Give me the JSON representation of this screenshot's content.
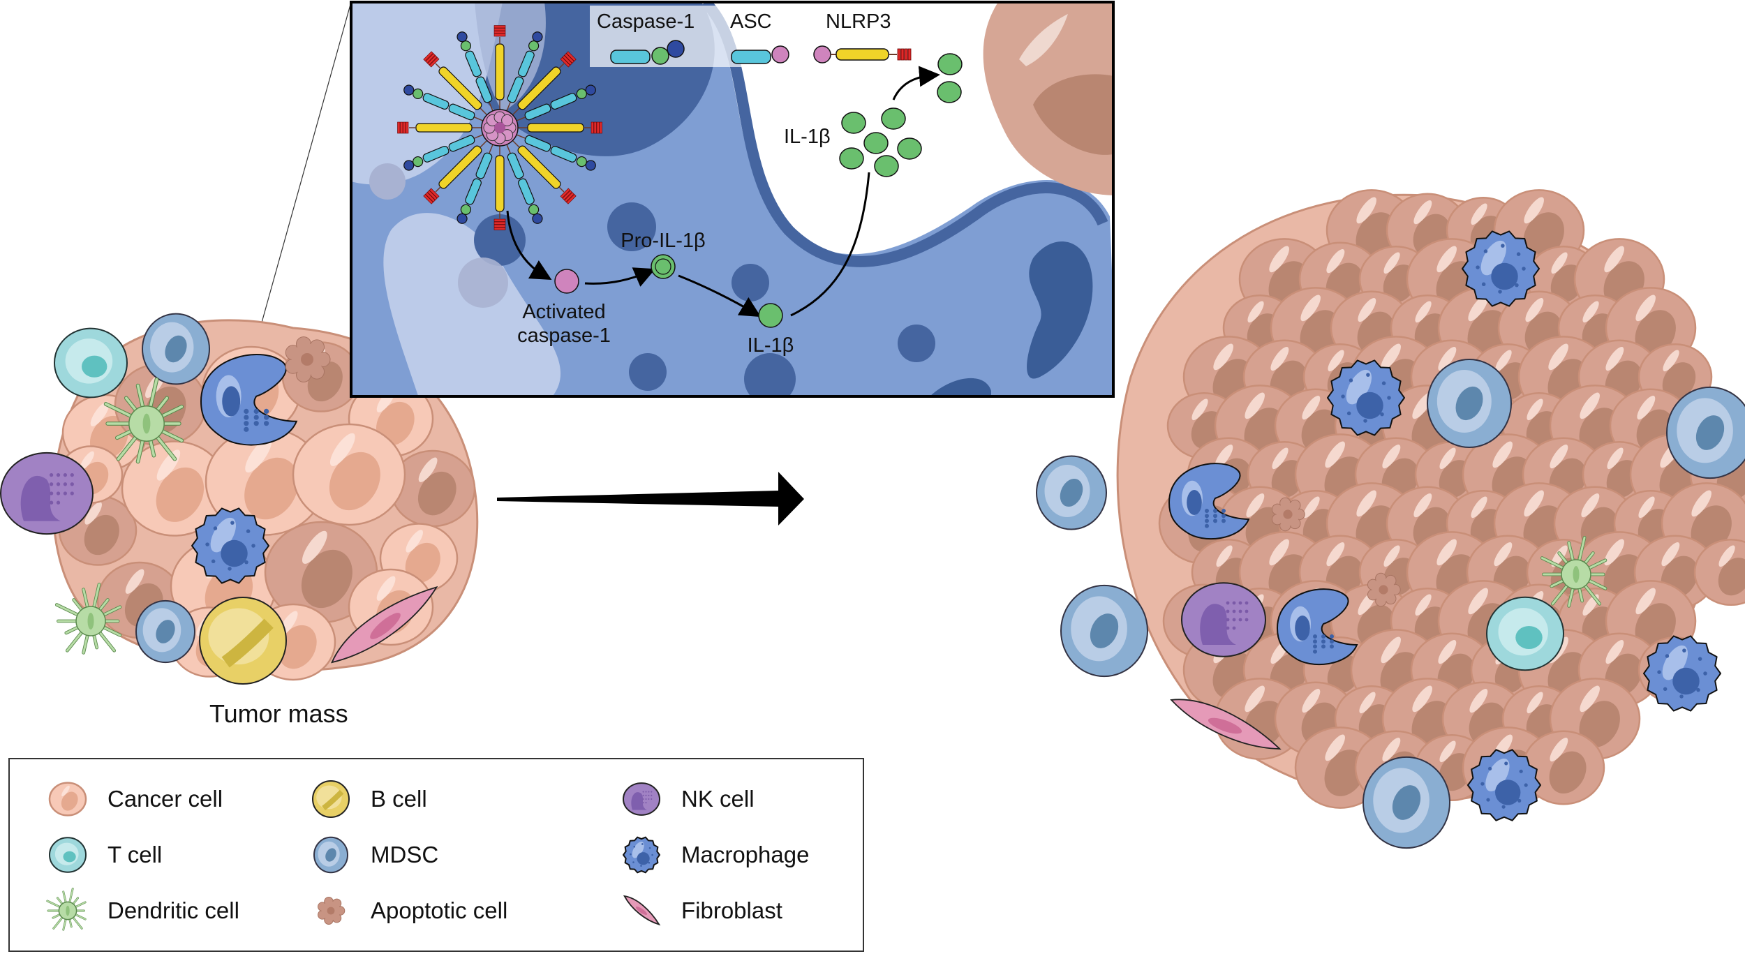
{
  "figure": {
    "title": "NLRP3 inflammasome activation in tumor microenvironment",
    "left_panel_label": "Tumor mass",
    "inset": {
      "protein_legend": [
        {
          "label": "Caspase-1",
          "icon": "caspase-1-glyph"
        },
        {
          "label": "ASC",
          "icon": "asc-glyph"
        },
        {
          "label": "NLRP3",
          "icon": "nlrp3-glyph"
        }
      ],
      "pathway_labels": {
        "activated_caspase": "Activated caspase-1",
        "activated_caspase_line1": "Activated",
        "activated_caspase_line2": "caspase-1",
        "pro_il1b": "Pro-IL-1β",
        "il1b_intracellular": "IL-1β",
        "il1b_secreted": "IL-1β"
      }
    },
    "progression_arrow": "arrow-right-icon"
  },
  "legend": {
    "items": [
      {
        "label": "Cancer cell",
        "icon": "cancer-cell-icon",
        "color": "#f6c3b3"
      },
      {
        "label": "B cell",
        "icon": "b-cell-icon",
        "color": "#e8d066"
      },
      {
        "label": "NK cell",
        "icon": "nk-cell-icon",
        "color": "#a182c4"
      },
      {
        "label": "T cell",
        "icon": "t-cell-icon",
        "color": "#9ed8dc"
      },
      {
        "label": "MDSC",
        "icon": "mdsc-icon",
        "color": "#8aaed2"
      },
      {
        "label": "Macrophage",
        "icon": "macrophage-icon",
        "color": "#6b8fd4"
      },
      {
        "label": "Dendritic cell",
        "icon": "dendritic-cell-icon",
        "color": "#b7dca6"
      },
      {
        "label": "Apoptotic cell",
        "icon": "apoptotic-cell-icon",
        "color": "#d4a08e"
      },
      {
        "label": "Fibroblast",
        "icon": "fibroblast-icon",
        "color": "#e59ab8"
      }
    ]
  },
  "colors": {
    "cancer": "#f7c9b7",
    "cancer_dark": "#d49c86",
    "macrophage": "#6b8fd4",
    "macrophage_dark": "#3d62a8",
    "inset_bg_light": "#bccbe9",
    "inset_bg_mid": "#7f9ed3",
    "inset_bg_dark": "#4565a0",
    "il1b": "#6abf6e",
    "caspase_pink": "#cf84bd",
    "asc_cyan": "#59c6dc",
    "nlrp3_yellow": "#f0d429",
    "pyd_red": "#e02a2a",
    "casp_blue": "#2f4aa0"
  }
}
